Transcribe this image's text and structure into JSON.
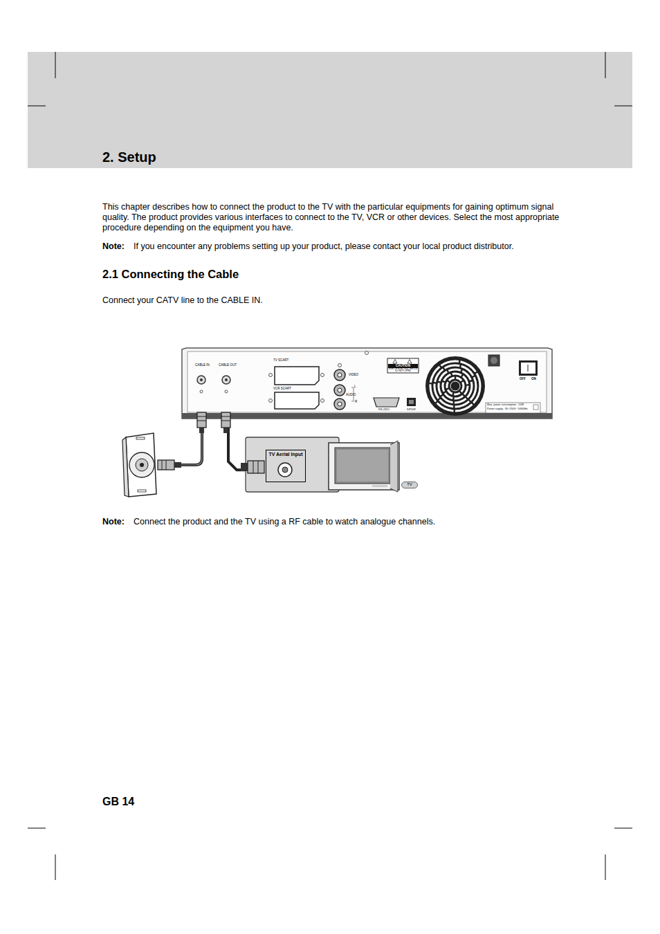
{
  "diagram": {
    "title": "2. Setup",
    "nodes": [
      {
        "text": [
          "CABLE IN"
        ]
      },
      {
        "text": [
          "CABLE OUT"
        ]
      },
      {
        "text": [
          "TV Aerial Input"
        ]
      },
      {
        "text": [
          "TV"
        ]
      }
    ],
    "edges": [
      {
        "from": 1,
        "to": 2,
        "arrow": "none"
      }
    ],
    "labels": [
      "This chapter describes how to connect the product to the TV with the particular equipments for gaining optimum signal quality. The product provides various interfaces to connect to the TV, VCR or other devices. Select the most appropriate procedure depending on the equipment you have.",
      "Note:",
      "If you encounter any problems setting up your product, please contact your local product distributor.",
      "2.1 Connecting the Cable",
      "Connect your CATV line to the CABLE IN.",
      "TV SCART",
      "VCR SCART",
      "VIDEO",
      "L",
      "AUDIO",
      "R",
      "CAUTION",
      "RISK OF ELECTRIC SHOCK DO NOT OPEN",
      "RS-232C",
      "S/PDIF",
      "OFF",
      "ON",
      "Max. power consumption : 22W",
      "Power supply : 90~250V~ 50/60Hz",
      "Note:",
      "Connect the product and the TV using a RF cable to watch analogue channels.",
      "GB 14"
    ]
  }
}
